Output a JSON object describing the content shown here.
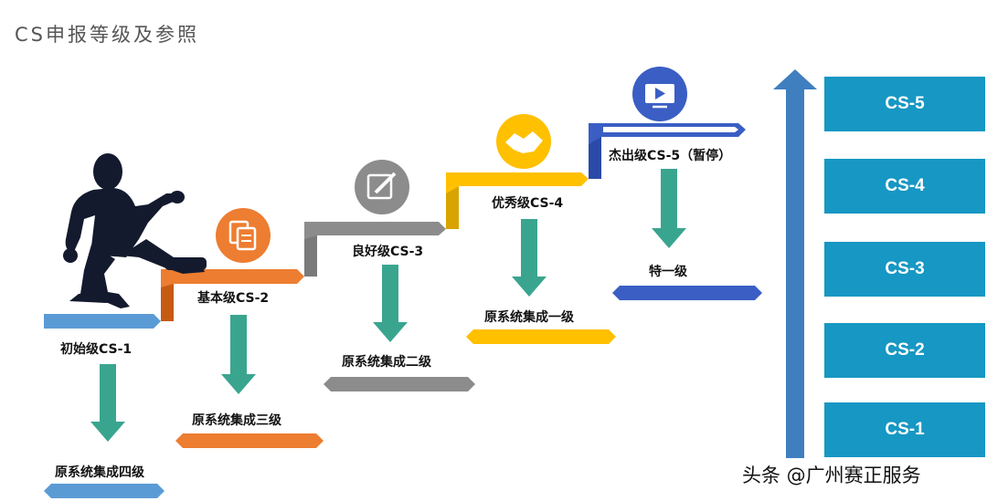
{
  "title": "CS申报等级及参照",
  "steps": [
    {
      "label": "初始级CS-1",
      "result": "原系统集成四级",
      "color": "#5b9bd5",
      "icon": "none"
    },
    {
      "label": "基本级CS-2",
      "result": "原系统集成三级",
      "color": "#ed7d31",
      "icon": "documents-icon"
    },
    {
      "label": "良好级CS-3",
      "result": "原系统集成二级",
      "color": "#8c8c8c",
      "icon": "edit-icon"
    },
    {
      "label": "优秀级CS-4",
      "result": "原系统集成一级",
      "color": "#ffc000",
      "icon": "handshake-icon"
    },
    {
      "label": "杰出级CS-5（暂停）",
      "result": "特一级",
      "color": "#3a5ec4",
      "icon": "video-icon"
    }
  ],
  "levels": [
    "CS-5",
    "CS-4",
    "CS-3",
    "CS-2",
    "CS-1"
  ],
  "colors": {
    "arrow_teal": "#3aa58f",
    "level_box": "#1797c3",
    "scale_arrow": "#3f7fbf"
  },
  "watermark": "头条 @广州赛正服务"
}
